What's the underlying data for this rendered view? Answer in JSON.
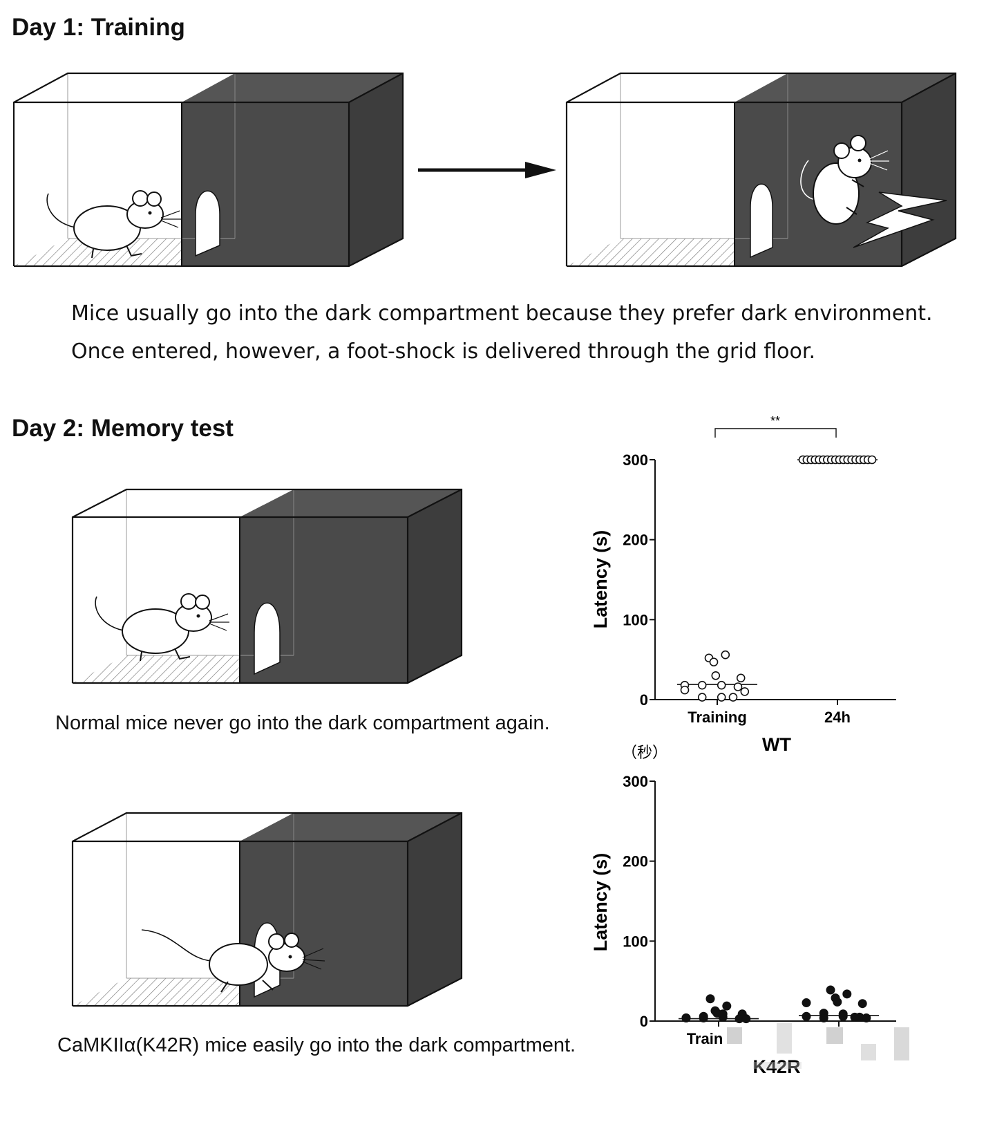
{
  "section1": {
    "heading": "Day 1: Training",
    "caption_line1": "Mice usually go into the dark compartment because they prefer dark environment.",
    "caption_line2": "Once entered, however, a foot-shock is delivered through the grid floor."
  },
  "section2": {
    "heading": "Day 2: Memory test",
    "caption_normal": "Normal mice never go into the dark compartment again.",
    "caption_mutant": "CaMKIIα(K42R) mice easily go into the dark compartment.",
    "unit_note": "（秒）"
  },
  "colors": {
    "dark_compartment": "#4a4a4a",
    "ink": "#111111",
    "shock": "#ffffff"
  },
  "icons": [
    "mouse-icon",
    "arrow-icon",
    "lightning-icon"
  ],
  "chart_data": [
    {
      "type": "scatter",
      "title": "WT",
      "xlabel": "",
      "ylabel": "Latency (s)",
      "ylim": [
        0,
        300
      ],
      "yticks": [
        0,
        100,
        200,
        300
      ],
      "categories": [
        "Training",
        "24h"
      ],
      "marker": "open-circle",
      "significance": "**",
      "series": [
        {
          "values": [
            52,
            56,
            47,
            30,
            27,
            18,
            18,
            18,
            12,
            16,
            10,
            3,
            3,
            3
          ]
        },
        {
          "values": [
            300,
            300,
            300,
            300,
            300,
            300,
            300,
            300,
            300,
            300,
            300,
            300,
            300,
            300,
            300,
            300,
            300,
            300
          ]
        }
      ],
      "medians": [
        19,
        300
      ]
    },
    {
      "type": "scatter",
      "title": "K42R",
      "xlabel": "",
      "ylabel": "Latency (s)",
      "ylim": [
        0,
        300
      ],
      "yticks": [
        0,
        100,
        200,
        300
      ],
      "categories": [
        "Train",
        ""
      ],
      "marker": "filled-circle",
      "series": [
        {
          "values": [
            27,
            18,
            12,
            9,
            8,
            3,
            3,
            4,
            3,
            2,
            2,
            5,
            8
          ]
        },
        {
          "values": [
            38,
            33,
            28,
            23,
            21,
            22,
            9,
            8,
            5,
            4,
            3,
            3,
            5,
            4
          ]
        }
      ],
      "medians": [
        3,
        7
      ]
    }
  ]
}
